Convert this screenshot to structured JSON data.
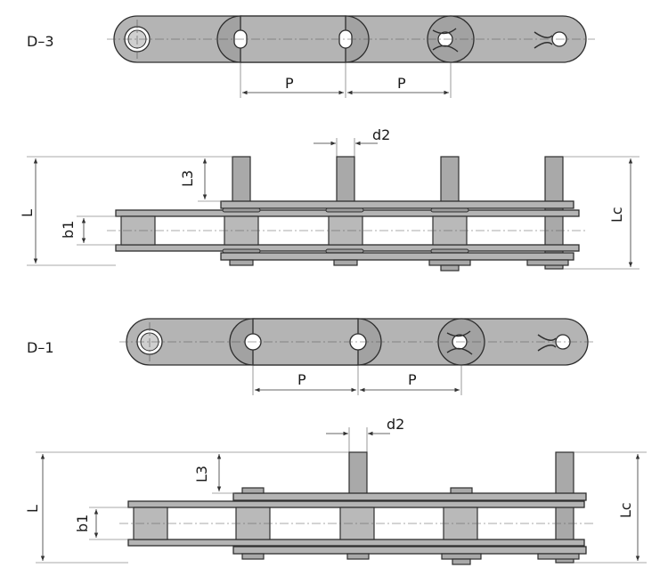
{
  "diagram": {
    "sections": [
      {
        "id": "D-3",
        "title": "D–3",
        "pitch_labels": [
          "P",
          "P"
        ],
        "dims": {
          "d2": "d2",
          "L": "L",
          "L3": "L3",
          "b1": "b1",
          "Lc": "Lc"
        }
      },
      {
        "id": "D-1",
        "title": "D–1",
        "pitch_labels": [
          "P",
          "P"
        ],
        "dims": {
          "d2": "d2",
          "L": "L",
          "L3": "L3",
          "b1": "b1",
          "Lc": "Lc"
        }
      }
    ],
    "colors": {
      "metal": "#b4b4b4",
      "line": "#2e2e2e",
      "background": "#ffffff"
    }
  }
}
